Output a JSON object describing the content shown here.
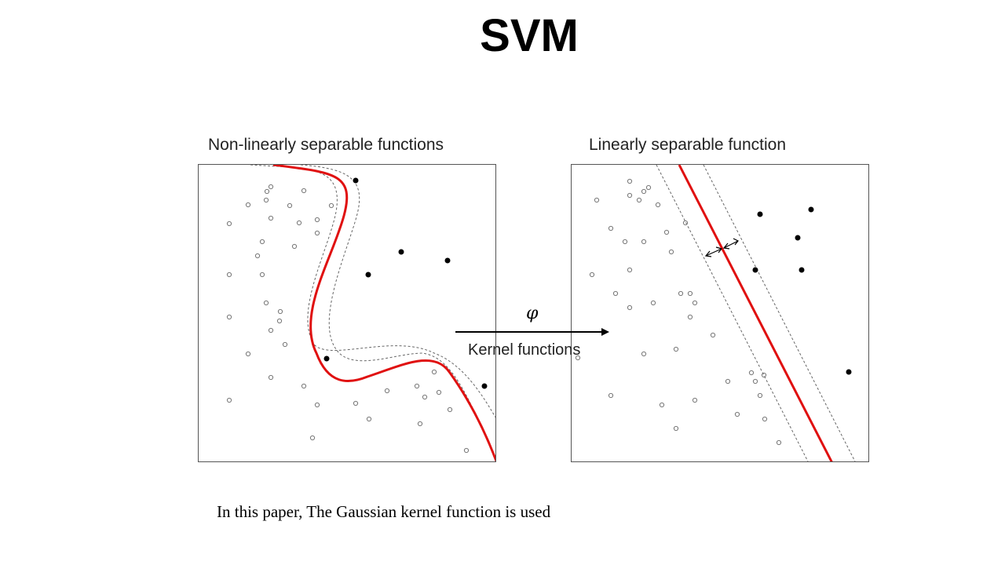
{
  "slide": {
    "title": "SVM",
    "footnote": "In this paper, The Gaussian kernel function is used"
  },
  "panels": {
    "left": {
      "title": "Non-linearly separable functions"
    },
    "right": {
      "title": "Linearly separable function"
    }
  },
  "mapping": {
    "symbol": "φ",
    "label": "Kernel functions"
  },
  "colors": {
    "boundary": "#e01010",
    "margin": "#666666",
    "frame": "#555555",
    "point_filled": "#000000",
    "point_hollow": "#777777"
  }
}
